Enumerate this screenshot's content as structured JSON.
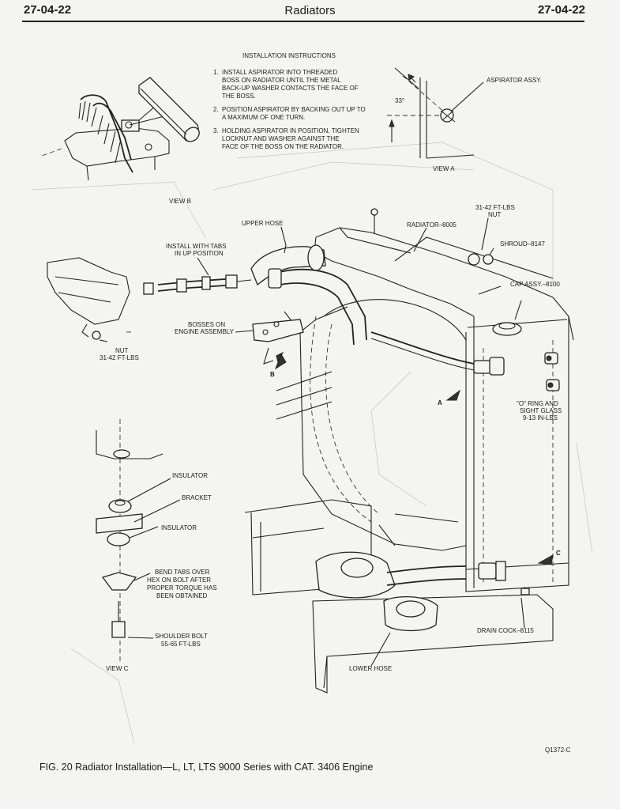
{
  "header": {
    "section_left": "27-04-22",
    "title": "Radiators",
    "section_right": "27-04-22"
  },
  "instructions": {
    "heading": "INSTALLATION INSTRUCTIONS",
    "steps": [
      {
        "num": "1.",
        "lines": [
          "INSTALL ASPIRATOR INTO THREADED",
          "BOSS ON RADIATOR UNTIL THE METAL",
          "BACK-UP WASHER CONTACTS THE FACE OF",
          "THE BOSS."
        ]
      },
      {
        "num": "2.",
        "lines": [
          "POSITION ASPIRATOR BY BACKING OUT UP TO",
          "A MAXIMUM OF ONE TURN."
        ]
      },
      {
        "num": "3.",
        "lines": [
          "HOLDING ASPIRATOR IN POSITION, TIGHTEN",
          "LOCKNUT AND WASHER AGAINST THE",
          "FACE OF THE BOSS ON THE RADIATOR."
        ]
      }
    ]
  },
  "labels": {
    "aspirator_assy": "ASPIRATOR ASSY.",
    "angle": "33°",
    "view_a": "VIEW A",
    "view_b": "VIEW B",
    "view_c": "VIEW C",
    "nut_top_1": "31-42 FT-LBS",
    "nut_top_2": "NUT",
    "radiator": "RADIATOR–8005",
    "upper_hose": "UPPER HOSE",
    "shroud": "SHROUD–8147",
    "install_tabs_1": "INSTALL WITH TABS",
    "install_tabs_2": "IN UP POSITION",
    "cap_assy": "CAP ASSY.–8100",
    "bosses_1": "BOSSES ON",
    "bosses_2": "ENGINE ASSEMBLY",
    "nut_left_1": "NUT",
    "nut_left_2": "31-42 FT-LBS",
    "arrow_b": "B",
    "arrow_a": "A",
    "arrow_c": "C",
    "oring_1": "\"O\" RING AND",
    "oring_2": "SIGHT GLASS",
    "oring_3": "9-13 IN-LBS",
    "insulator_top": "INSULATOR",
    "bracket": "BRACKET",
    "insulator_bottom": "INSULATOR",
    "bend_tabs_1": "BEND TABS OVER",
    "bend_tabs_2": "HEX ON BOLT AFTER",
    "bend_tabs_3": "PROPER TORQUE HAS",
    "bend_tabs_4": "BEEN OBTAINED",
    "shoulder_bolt_1": "SHOULDER BOLT",
    "shoulder_bolt_2": "55-65 FT-LBS",
    "drain_cock": "DRAIN COCK–8115",
    "lower_hose": "LOWER HOSE"
  },
  "figure": {
    "code": "Q1372-C",
    "caption": "FIG. 20 Radiator Installation—L, LT, LTS 9000 Series with CAT. 3406 Engine"
  }
}
